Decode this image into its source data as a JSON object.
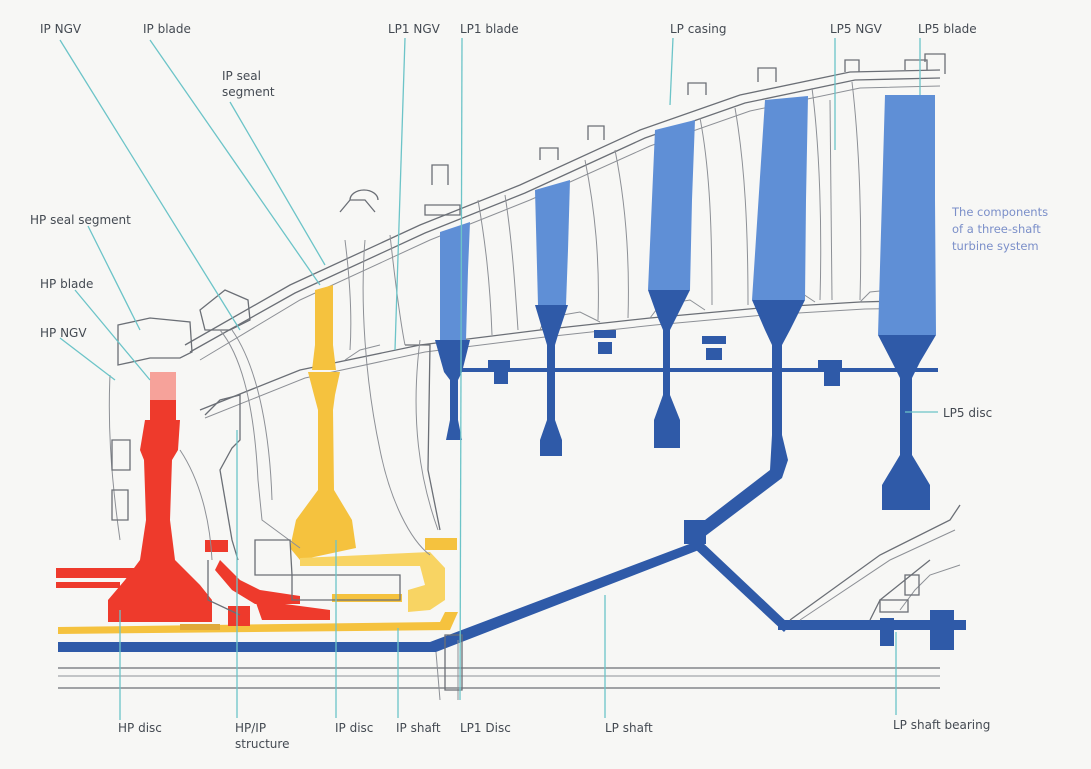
{
  "colors": {
    "hp": "#ee3a2c",
    "hp_light": "#f6a29a",
    "ip": "#f5c23e",
    "ip_light": "#f8d463",
    "lp_blade": "#5f8fd6",
    "lp_disc": "#2f5aa8",
    "leader": "#6cc4c8",
    "caption": "#7b8fc9",
    "label": "#444a52"
  },
  "caption": [
    "The components",
    "of a three-shaft",
    "turbine system"
  ],
  "labels": {
    "ip_ngv": "IP NGV",
    "ip_blade": "IP blade",
    "ip_seal_1": "IP seal",
    "ip_seal_2": "segment",
    "lp1_ngv": "LP1 NGV",
    "lp1_blade": "LP1 blade",
    "lp_casing": "LP casing",
    "lp5_ngv": "LP5 NGV",
    "lp5_blade": "LP5 blade",
    "hp_seal_segment": "HP seal segment",
    "hp_blade": "HP blade",
    "hp_ngv": "HP NGV",
    "lp5_disc": "LP5 disc",
    "hp_disc": "HP disc",
    "hpip_1": "HP/IP",
    "hpip_2": "structure",
    "ip_disc": "IP disc",
    "ip_shaft": "IP shaft",
    "lp1_disc": "LP1 Disc",
    "lp_shaft": "LP shaft",
    "lp_shaft_bearing": "LP shaft bearing"
  }
}
